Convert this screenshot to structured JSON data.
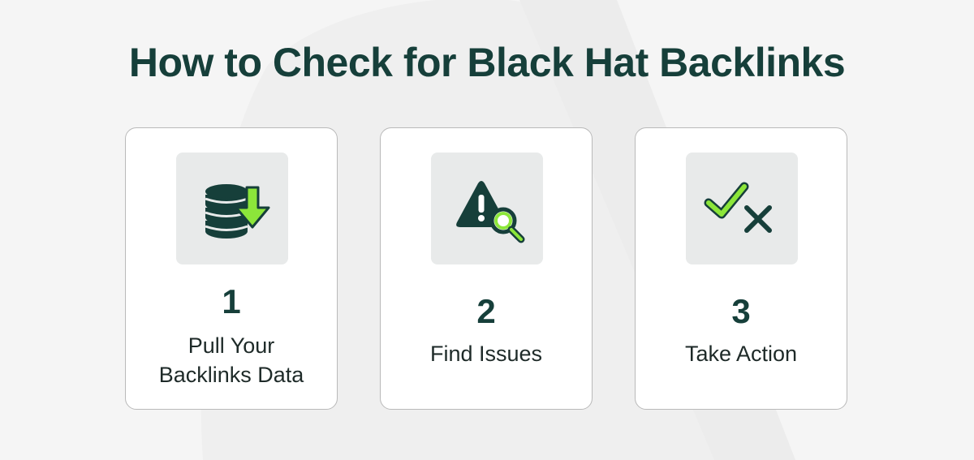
{
  "title": "How to Check for Black Hat Backlinks",
  "colors": {
    "dark_green": "#163f3a",
    "lime": "#8ce63a",
    "card_bg": "#ffffff",
    "icon_bg": "#e8eaea",
    "page_bg": "#f5f5f5"
  },
  "steps": [
    {
      "number": "1",
      "label_lines": [
        "Pull Your",
        "Backlinks Data"
      ],
      "icon": "database-download-icon"
    },
    {
      "number": "2",
      "label_lines": [
        "Find Issues"
      ],
      "icon": "warning-search-icon"
    },
    {
      "number": "3",
      "label_lines": [
        "Take Action"
      ],
      "icon": "check-cross-icon"
    }
  ]
}
